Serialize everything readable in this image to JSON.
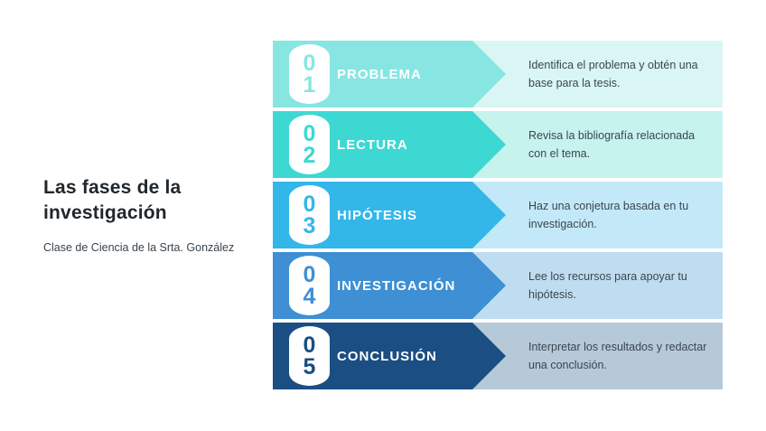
{
  "intro": {
    "title": "Las fases de la investigación",
    "subtitle": "Clase de Ciencia de la Srta. González"
  },
  "phases": [
    {
      "number_top": "0",
      "number_bottom": "1",
      "label": "PROBLEMA",
      "description": "Identifica el problema y obtén una base para la tesis.",
      "arrow_color": "#87e6e2",
      "band_color": "#d9f6f4"
    },
    {
      "number_top": "0",
      "number_bottom": "2",
      "label": "LECTURA",
      "description": "Revisa la bibliografía relacionada con el tema.",
      "arrow_color": "#3ed8d2",
      "band_color": "#c7f3ef"
    },
    {
      "number_top": "0",
      "number_bottom": "3",
      "label": "HIPÓTESIS",
      "description": "Haz una conjetura basada en tu investigación.",
      "arrow_color": "#33b7e9",
      "band_color": "#c3e9f8"
    },
    {
      "number_top": "0",
      "number_bottom": "4",
      "label": "INVESTIGACIÓN",
      "description": "Lee los recursos para apoyar tu hipótesis.",
      "arrow_color": "#3e8fd4",
      "band_color": "#bfddf1"
    },
    {
      "number_top": "0",
      "number_bottom": "5",
      "label": "CONCLUSIÓN",
      "description": "Interpretar los resultados y redactar una conclusión.",
      "arrow_color": "#1b4e83",
      "band_color": "#b6c9d9"
    }
  ]
}
